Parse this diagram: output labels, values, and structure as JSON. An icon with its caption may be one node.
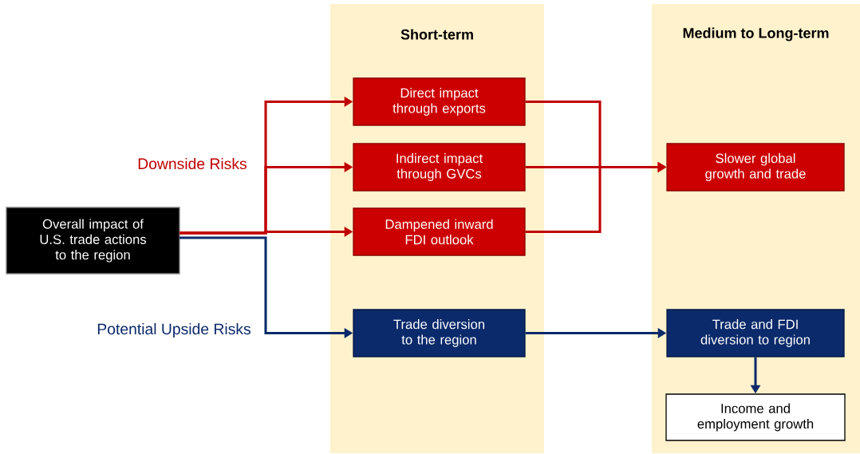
{
  "diagram": {
    "nodes": [
      {
        "text": [
          "Overall impact of U.S. trade actions to the region"
        ]
      },
      {
        "text": [
          "Short-term"
        ]
      },
      {
        "text": [
          "Direct impact through exports"
        ],
        "in": 1
      },
      {
        "text": [
          "Indirect impact through GVCs"
        ],
        "in": 1
      },
      {
        "text": [
          "Dampened inward FDI outlook"
        ],
        "in": 1
      },
      {
        "text": [
          "Trade diversion to the region"
        ],
        "in": 1
      },
      {
        "text": [
          "Medium to Long-term"
        ]
      },
      {
        "text": [
          "Slower global growth and trade"
        ],
        "in": 6
      },
      {
        "text": [
          "Trade and FDI diversion to region"
        ],
        "in": 6
      },
      {
        "text": [
          "Income and employment growth"
        ],
        "in": 6
      }
    ],
    "edges": [
      {
        "from": 0,
        "to": 2,
        "arrow": "to"
      },
      {
        "from": 0,
        "to": 3,
        "arrow": "to"
      },
      {
        "from": 0,
        "to": 4,
        "arrow": "to"
      },
      {
        "from": 0,
        "to": 5,
        "arrow": "to",
        "color": "#0b2a6b"
      },
      {
        "from": 2,
        "to": 7,
        "arrow": "to"
      },
      {
        "from": 3,
        "to": 7,
        "arrow": "to"
      },
      {
        "from": 4,
        "to": 7,
        "arrow": "to"
      },
      {
        "from": 5,
        "to": 8,
        "arrow": "to",
        "color": "#0b2a6b"
      },
      {
        "from": 8,
        "to": 9,
        "arrow": "to",
        "color": "#0b2a6b"
      }
    ],
    "labels": [
      "Downside Risks",
      "Potential Upside Risks"
    ]
  }
}
